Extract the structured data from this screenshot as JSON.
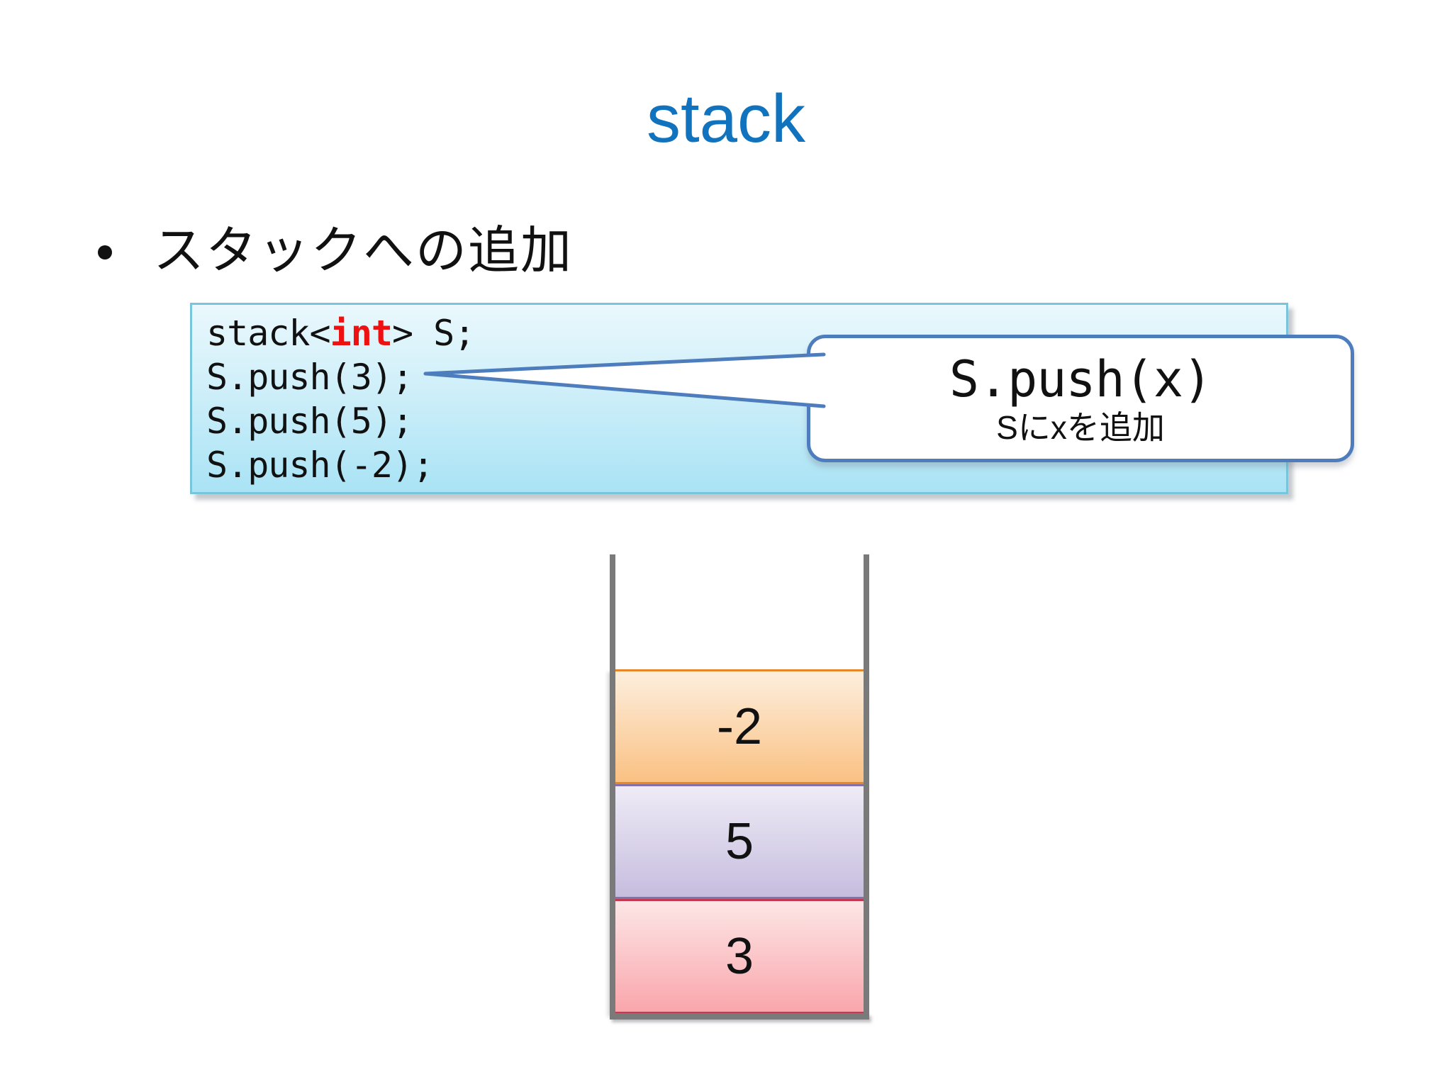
{
  "slide": {
    "title": "stack",
    "bullet_text": "スタックへの追加"
  },
  "code_box": {
    "line1": {
      "pre": "stack<",
      "keyword": "int",
      "post": "> S;"
    },
    "line2": "S.push(3);",
    "line3": "S.push(5);",
    "line4": "S.push(-2);"
  },
  "callout": {
    "title": "S.push(x)",
    "description": "Sにxを追加"
  },
  "stack": {
    "items": [
      {
        "value": "-2",
        "border_color": "#E8872A",
        "gradient_top": "#FDEFDE",
        "gradient_bottom": "#FAC183"
      },
      {
        "value": "5",
        "border_color": "#8473A8",
        "gradient_top": "#EFEBF6",
        "gradient_bottom": "#C6BDDE"
      },
      {
        "value": "3",
        "border_color": "#C53A50",
        "gradient_top": "#FDE6E6",
        "gradient_bottom": "#F9A6AC"
      }
    ]
  },
  "colors": {
    "title_blue": "#1173BD",
    "keyword_red": "#EE1111",
    "code_box_border": "#79C6DC",
    "callout_border": "#4E7DBE",
    "container_gray": "#7A7A7A"
  }
}
